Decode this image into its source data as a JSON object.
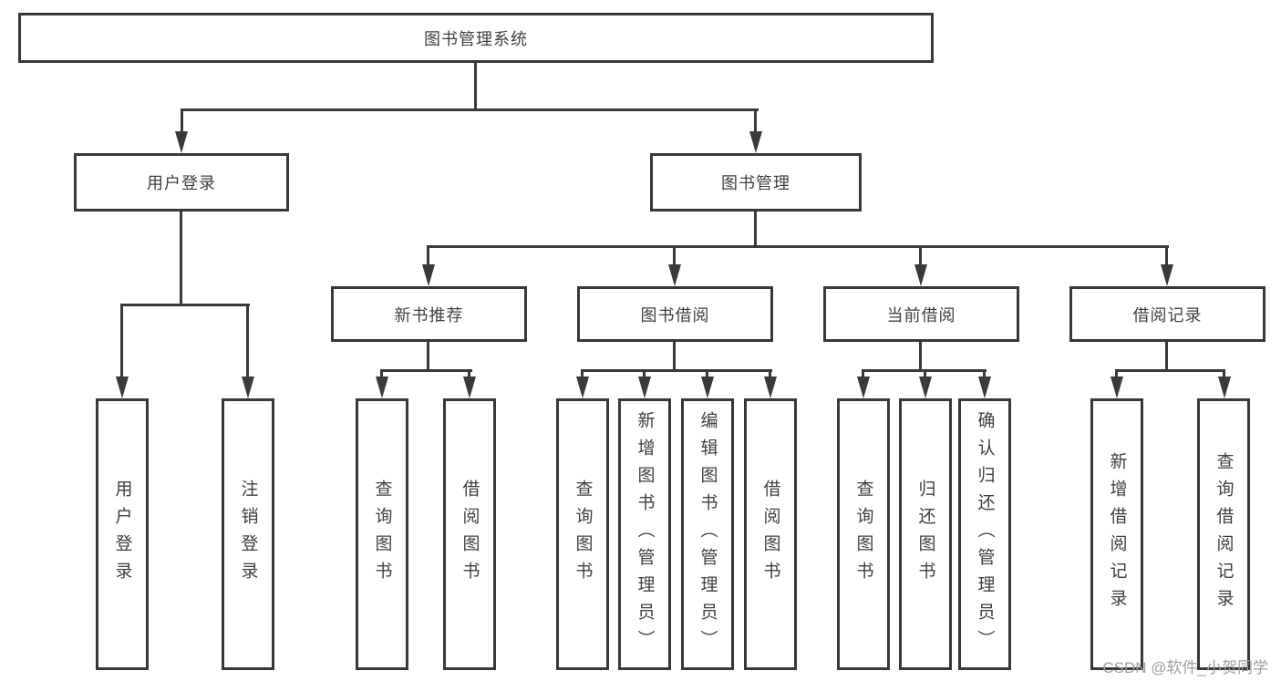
{
  "diagram": {
    "root": {
      "label": "图书管理系统"
    },
    "level2": [
      {
        "label": "用户登录"
      },
      {
        "label": "图书管理"
      }
    ],
    "level3": [
      {
        "label": "新书推荐"
      },
      {
        "label": "图书借阅"
      },
      {
        "label": "当前借阅"
      },
      {
        "label": "借阅记录"
      }
    ],
    "leaves": [
      {
        "parent": "用户登录",
        "label": "用户登录"
      },
      {
        "parent": "用户登录",
        "label": "注销登录"
      },
      {
        "parent": "新书推荐",
        "label": "查询图书"
      },
      {
        "parent": "新书推荐",
        "label": "借阅图书"
      },
      {
        "parent": "图书借阅",
        "label": "查询图书"
      },
      {
        "parent": "图书借阅",
        "label": "新增图书（管理员）"
      },
      {
        "parent": "图书借阅",
        "label": "编辑图书（管理员）"
      },
      {
        "parent": "图书借阅",
        "label": "借阅图书"
      },
      {
        "parent": "当前借阅",
        "label": "查询图书"
      },
      {
        "parent": "当前借阅",
        "label": "归还图书"
      },
      {
        "parent": "当前借阅",
        "label": "确认归还（管理员）"
      },
      {
        "parent": "借阅记录",
        "label": "新增借阅记录"
      },
      {
        "parent": "借阅记录",
        "label": "查询借阅记录"
      }
    ]
  },
  "watermark": {
    "text": "CSDN @软件_小贺同学"
  },
  "colors": {
    "line": "#3a3a3a",
    "box_border": "#383838",
    "text": "#3f3f3f",
    "watermark": "#9e9e9e",
    "background": "#ffffff"
  }
}
